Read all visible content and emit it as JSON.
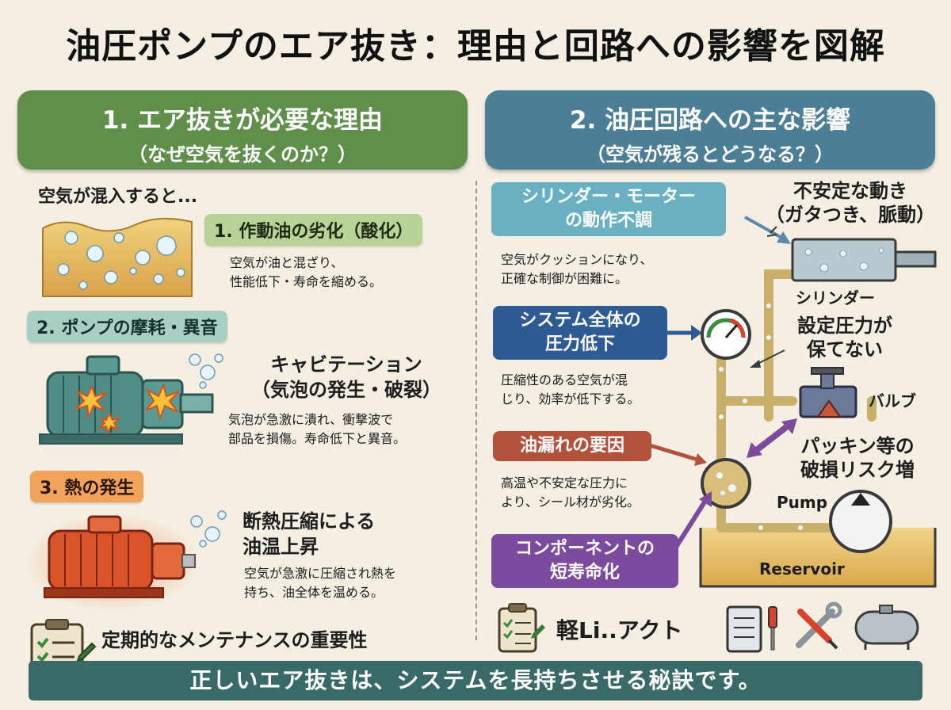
{
  "title": "油圧ポンプのエア抜き：理由と回路への影響を図解",
  "left": {
    "header_line1": "1. エア抜きが必要な理由",
    "header_line2": "（なぜ空気を抜くのか？）",
    "intro": "空気が混入すると...",
    "items": [
      {
        "label": "1. 作動油の劣化（酸化）",
        "desc_line1": "空気が油と混ざり、",
        "desc_line2": "性能低下・寿命を縮める。"
      },
      {
        "label": "2. ポンプの摩耗・異音",
        "sub_line1": "キャビテーション",
        "sub_line2": "（気泡の発生・破裂）",
        "desc_line1": "気泡が急激に潰れ、衝撃波で",
        "desc_line2": "部品を損傷。寿命低下と異音。"
      },
      {
        "label": "3. 熱の発生",
        "sub_line1": "断熱圧縮による",
        "sub_line2": "油温上昇",
        "desc_line1": "空気が急激に圧縮され熱を",
        "desc_line2": "持ち、油全体を温める。"
      }
    ],
    "maintenance": "定期的なメンテナンスの重要性"
  },
  "right": {
    "header_line1": "2. 油圧回路への主な影響",
    "header_line2": "（空気が残るとどうなる？）",
    "items": [
      {
        "label_line1": "シリンダー・モーター",
        "label_line2": "の動作不調",
        "desc_line1": "空気がクッションになり、",
        "desc_line2": "正確な制御が困難に。"
      },
      {
        "label_line1": "システム全体の",
        "label_line2": "圧力低下",
        "desc_line1": "圧縮性のある空気が混",
        "desc_line2": "じり、効率が低下する。"
      },
      {
        "label_line1": "油漏れの要因",
        "desc_line1": "高温や不安定な圧力に",
        "desc_line2": "より、シール材が劣化。"
      },
      {
        "label_line1": "コンポーネントの",
        "label_line2": "短寿命化"
      }
    ],
    "diagram": {
      "unstable_line1": "不安定な動き",
      "unstable_line2": "（ガタつき、脈動）",
      "cylinder": "シリンダー",
      "pressure_line1": "設定圧力が",
      "pressure_line2": "保てない",
      "valve": "バルブ",
      "packing_line1": "パッキン等の",
      "packing_line2": "破損リスク増",
      "pump": "Pump",
      "reservoir": "Reservoir"
    },
    "brand": "軽Li..アクト"
  },
  "footer": "正しいエア抜きは、システムを長持ちさせる秘訣です。",
  "colors": {
    "left_header": "#5f8f4b",
    "right_header": "#4c7f95",
    "footer": "#3a6a68"
  }
}
